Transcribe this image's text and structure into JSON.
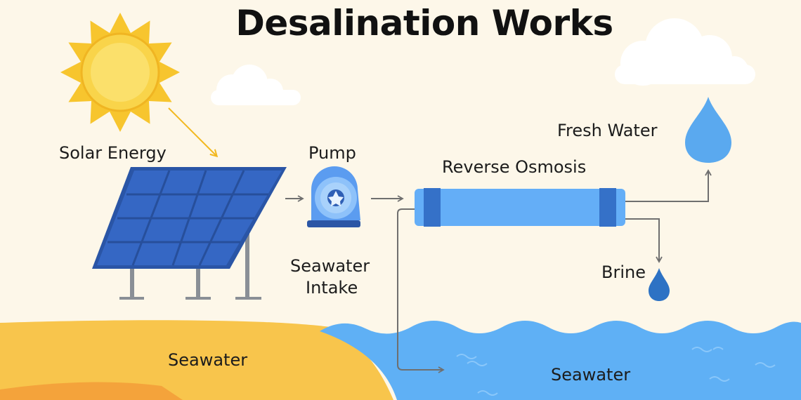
{
  "title": "Desalination Works",
  "labels": {
    "solar_energy": "Solar Energy",
    "pump": "Pump",
    "reverse_osmosis": "Reverse Osmosis",
    "fresh_water": "Fresh Water",
    "brine": "Brine",
    "seawater_intake_line1": "Seawater",
    "seawater_intake_line2": "Intake",
    "seawater_beach": "Seawater",
    "seawater_sea": "Seawater"
  },
  "colors": {
    "sun": "#f6c232",
    "panel": "#2f5fb5",
    "pump": "#5b9cf0",
    "membrane": "#64aef7",
    "membrane_caps": "#3571c8",
    "sea": "#5fb0f5",
    "sand": "#f8c54c",
    "drop_fresh": "#5aa9ef",
    "drop_brine": "#2d72c4",
    "arrows": "#6f6f6f"
  },
  "icons": [
    "sun-icon",
    "solar-panel-icon",
    "pump-icon",
    "membrane-icon",
    "fresh-water-drop-icon",
    "brine-drop-icon",
    "cloud-icon"
  ]
}
